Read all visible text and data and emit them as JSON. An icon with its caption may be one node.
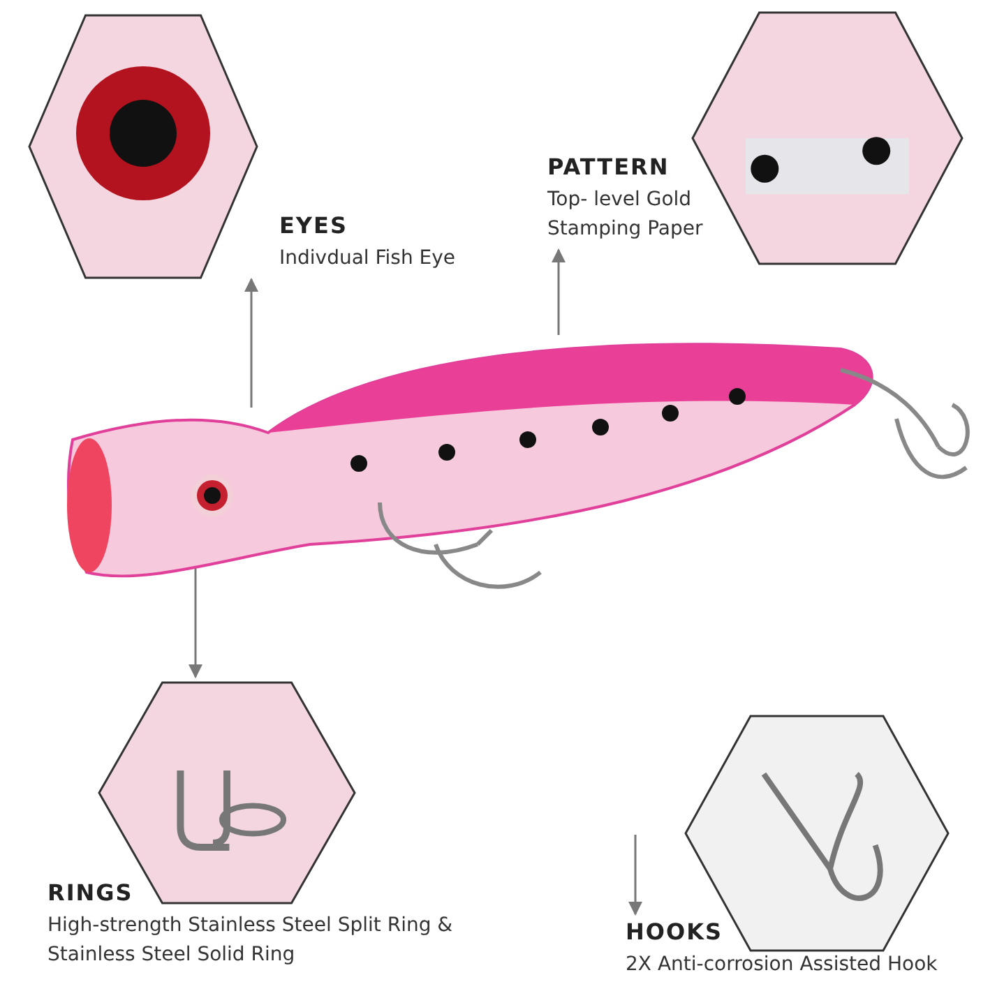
{
  "diagram": {
    "nodes": [
      {
        "text": [],
        "shape": "picture"
      },
      {
        "text": [
          "EYES",
          "Indivdual Fish Eye"
        ]
      },
      {
        "text": [],
        "shape": "picture"
      },
      {
        "text": [
          "PATTERN",
          "Top- level Gold Stamping Paper"
        ]
      },
      {
        "text": [],
        "shape": "picture"
      },
      {
        "text": [],
        "shape": "picture"
      },
      {
        "text": [
          "RINGS",
          "High-strength Stainless Steel Split Ring & Stainless Steel Solid Ring"
        ]
      },
      {
        "text": [],
        "shape": "picture"
      },
      {
        "text": [
          "HOOKS",
          "2X Anti-corrosion Assisted Hook"
        ]
      }
    ],
    "edges": [
      {
        "from": 4,
        "to": 1,
        "arrow": "to"
      },
      {
        "from": 4,
        "to": 3,
        "arrow": "to"
      },
      {
        "from": 4,
        "to": 5,
        "arrow": "to"
      },
      {
        "from": null,
        "to": 8,
        "arrow": "to"
      }
    ]
  }
}
